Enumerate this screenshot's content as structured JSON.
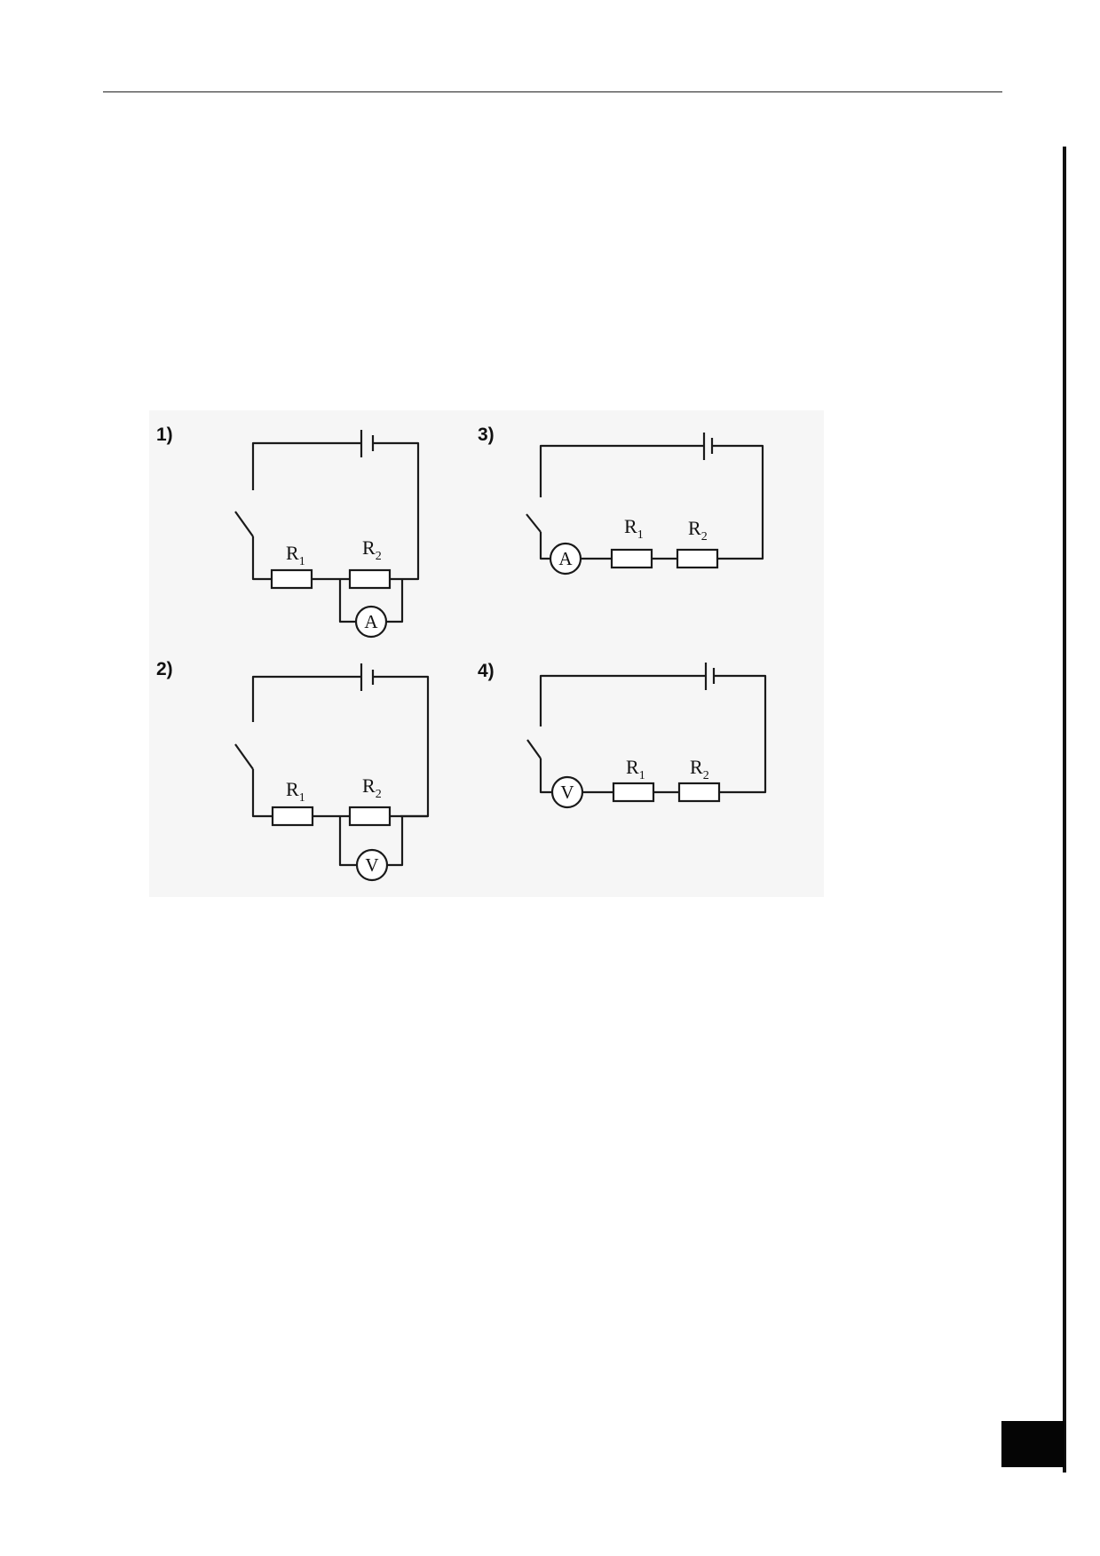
{
  "diagrams": [
    {
      "number": "1)",
      "meter": "A",
      "r1": "R",
      "r1_sub": "1",
      "r2": "R",
      "r2_sub": "2"
    },
    {
      "number": "2)",
      "meter": "V",
      "r1": "R",
      "r1_sub": "1",
      "r2": "R",
      "r2_sub": "2"
    },
    {
      "number": "3)",
      "meter": "A",
      "r1": "R",
      "r1_sub": "1",
      "r2": "R",
      "r2_sub": "2"
    },
    {
      "number": "4)",
      "meter": "V",
      "r1": "R",
      "r1_sub": "1",
      "r2": "R",
      "r2_sub": "2"
    }
  ]
}
